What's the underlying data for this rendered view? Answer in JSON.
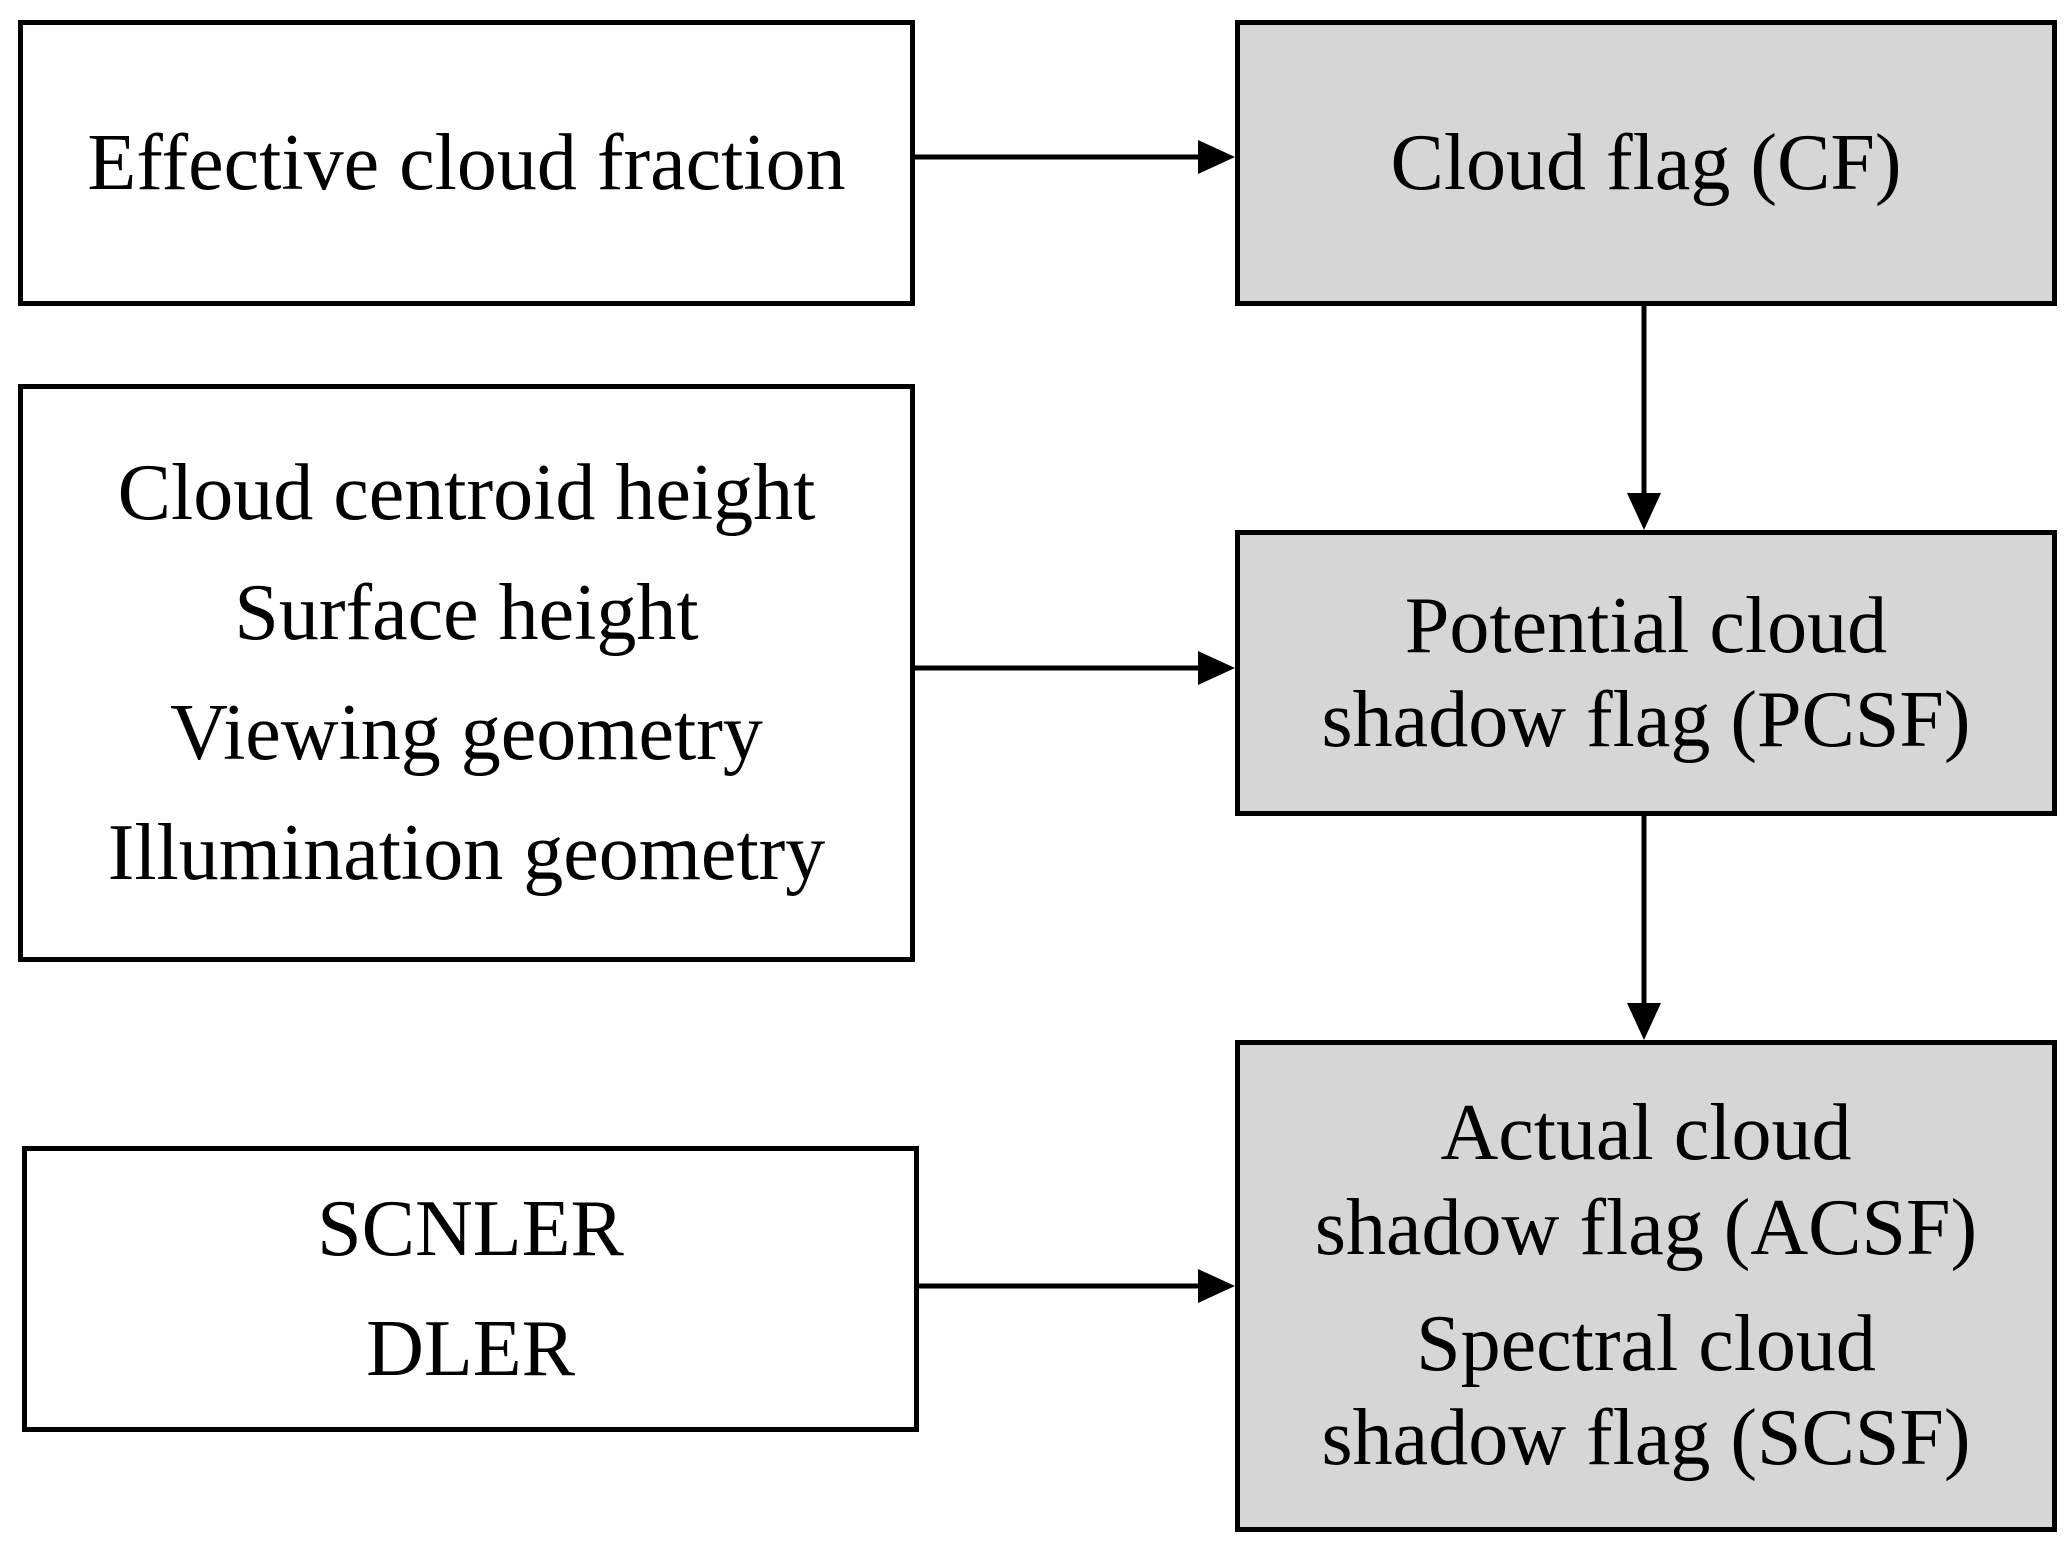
{
  "inputs": {
    "effective_cloud_fraction": [
      "Effective cloud fraction"
    ],
    "geometry": [
      "Cloud centroid height",
      "Surface height",
      "Viewing geometry",
      "Illumination geometry"
    ],
    "ler": [
      "SCNLER",
      "DLER"
    ]
  },
  "outputs": {
    "cf": [
      "Cloud flag (CF)"
    ],
    "pcsf": [
      "Potential cloud",
      "shadow flag (PCSF)"
    ],
    "acsf": [
      "Actual cloud",
      "shadow flag (ACSF)"
    ],
    "scsf": [
      "Spectral cloud",
      "shadow flag (SCSF)"
    ]
  },
  "colors": {
    "output_fill": "#d6d6d6",
    "input_fill": "#ffffff",
    "stroke": "#000000"
  }
}
